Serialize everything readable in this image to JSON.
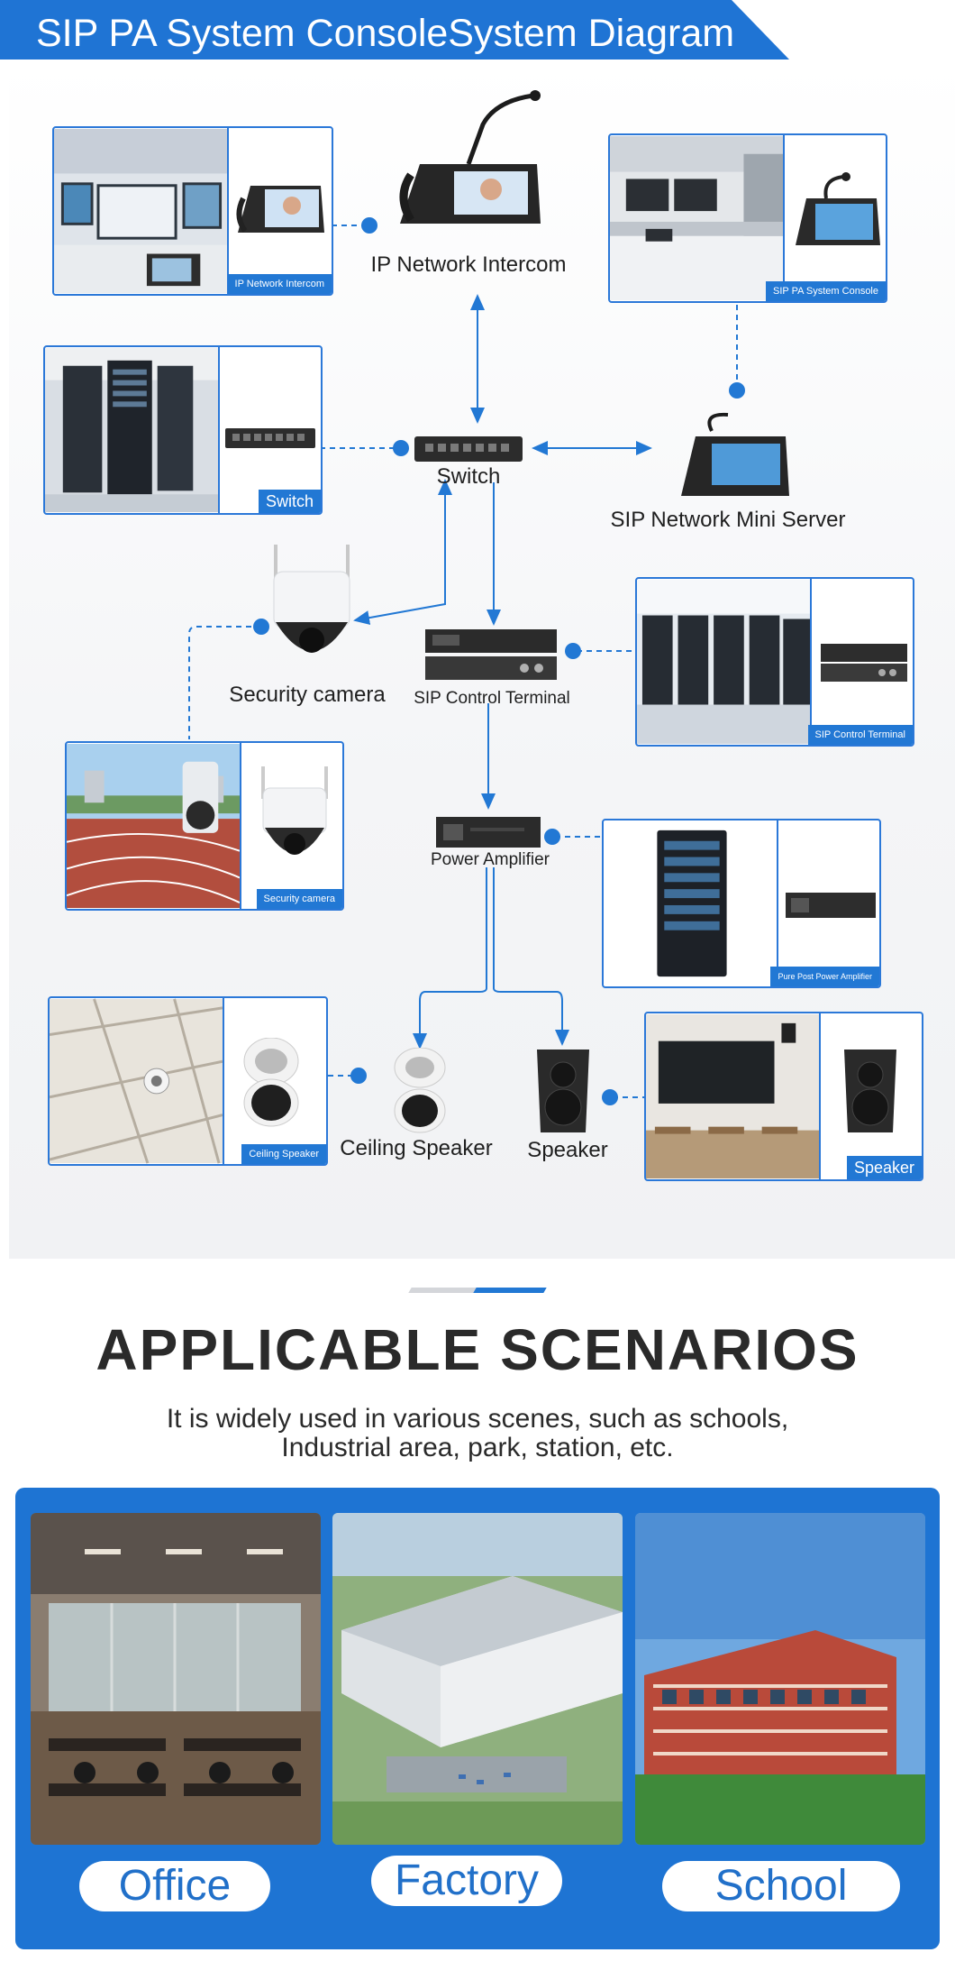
{
  "header": {
    "title": "SIP PA System ConsoleSystem Diagram"
  },
  "diagram": {
    "nodes": {
      "intercom": "IP Network Intercom",
      "switch": "Switch",
      "mini_server": "SIP Network Mini Server",
      "camera": "Security camera",
      "control_terminal": "SIP Control Terminal",
      "amplifier": "Power Amplifier",
      "ceiling_speaker": "Ceiling Speaker",
      "speaker": "Speaker"
    },
    "cards": {
      "intercom": "IP Network Intercom",
      "console": "SIP PA System Console",
      "switch": "Switch",
      "control_terminal": "SIP Control Terminal",
      "camera": "Security camera",
      "amplifier": "Pure Post Power Amplifier",
      "ceiling_speaker": "Ceiling Speaker",
      "speaker": "Speaker"
    }
  },
  "scenarios": {
    "heading": "APPLICABLE SCENARIOS",
    "subtitle_line1": "It is widely used in various scenes, such as schools,",
    "subtitle_line2": "Industrial area, park, station, etc.",
    "items": [
      {
        "label": "Office"
      },
      {
        "label": "Factory"
      },
      {
        "label": "School"
      }
    ]
  },
  "colors": {
    "accent": "#2278d4",
    "panel": "#1e74d3",
    "pill_text": "#2170c9"
  }
}
